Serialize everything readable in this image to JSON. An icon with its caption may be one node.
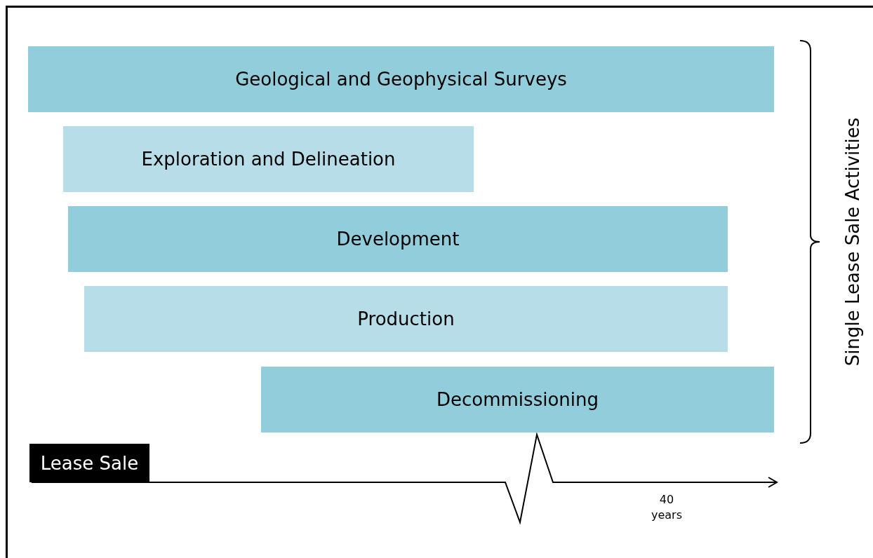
{
  "diagram": {
    "nodes": [
      {
        "text": [
          "Geological and Geophysical Surveys"
        ]
      },
      {
        "text": [
          "Exploration and Delineation"
        ]
      },
      {
        "text": [
          "Development"
        ]
      },
      {
        "text": [
          "Production"
        ]
      },
      {
        "text": [
          "Decommissioning"
        ]
      },
      {
        "text": [
          "Lease Sale"
        ]
      }
    ],
    "labels": [
      "Single Lease Sale Activities",
      "40 years"
    ]
  }
}
